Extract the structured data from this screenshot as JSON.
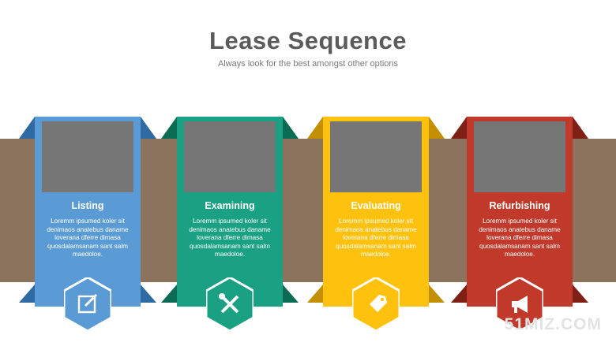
{
  "header": {
    "title": "Lease Sequence",
    "subtitle": "Always look for the best amongst other options"
  },
  "steps": [
    {
      "label": "Listing",
      "desc": "Loremm ipsumed koler sit denimaos anatebus daname loverana dferre dimasa quosdalamsanam sant salm maedoloe.",
      "color": "#5b9bd5",
      "dark": "#2f6aa3",
      "icon": "edit-icon"
    },
    {
      "label": "Examining",
      "desc": "Loremm ipsumed koler sit denimaos anatebus daname loverana dferre dimasa quosdalamsanam sant salm maedoloe.",
      "color": "#1aa082",
      "dark": "#0b6b55",
      "icon": "tools-icon"
    },
    {
      "label": "Evaluating",
      "desc": "Loremm ipsumed koler sit denimaos anatebus daname loverana dferre dimasa quosdalamsanam sant salm maedoloe.",
      "color": "#fec10e",
      "dark": "#c48f00",
      "icon": "tag-icon"
    },
    {
      "label": "Refurbishing",
      "desc": "Loremm ipsumed koler sit denimaos anatebus daname loverana dferre dimasa quosdalamsanam sant salm maedoloe.",
      "color": "#c0392b",
      "dark": "#7e2016",
      "icon": "megaphone-icon"
    }
  ],
  "watermark": "51MIZ.COM"
}
